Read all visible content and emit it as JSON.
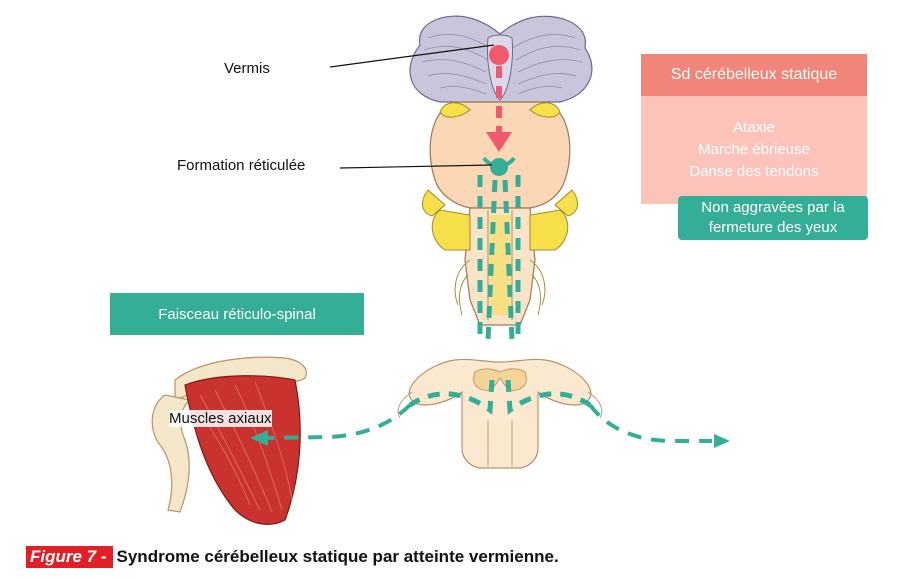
{
  "labels": {
    "vermis": "Vermis",
    "formation": "Formation réticulée",
    "faisceau": "Faisceau réticulo-spinal",
    "muscles": "Muscles axiaux"
  },
  "syndrome_box": {
    "title": "Sd cérébelleux statique",
    "signs": [
      "Ataxie",
      "Marche ébrieuse",
      "Danse des tendons"
    ],
    "note_line1": "Non aggravées par la",
    "note_line2": "fermeture des yeux"
  },
  "caption": {
    "tag": "Figure 7 -",
    "text": "Syndrome cérébelleux statique par atteinte vermienne."
  },
  "colors": {
    "teal": "#34ae96",
    "salmon_head": "#f2857a",
    "salmon_body": "#fcc3bb",
    "pink_arrow": "#f0596e",
    "brainstem": "#fbd7b5",
    "cerebellum": "#c9c6dc",
    "nerve_yellow": "#f7e04a",
    "muscle_red": "#c9322e",
    "bone": "#f4e6c8",
    "caption_red": "#e31e24"
  }
}
